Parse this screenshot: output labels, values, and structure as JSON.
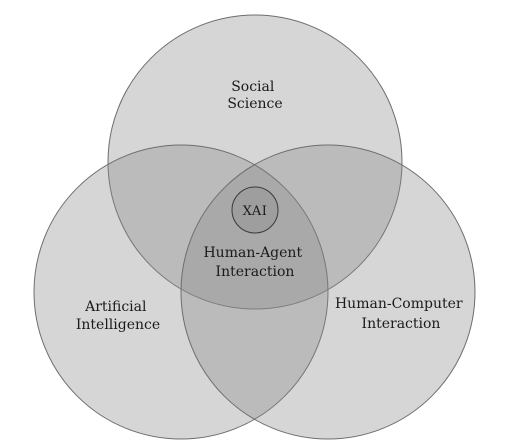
{
  "diagram": {
    "sets": [
      {
        "lines": [
          "Social",
          "Science"
        ]
      },
      {
        "lines": [
          "Artificial",
          "Intelligence"
        ]
      },
      {
        "lines": [
          "Human-Computer",
          "Interaction"
        ]
      }
    ],
    "center": {
      "lines": [
        "Human-Agent",
        "Interaction"
      ]
    },
    "core": {
      "label": "XAI"
    },
    "colors": {
      "fill": "#8a8a8a",
      "stroke": "#6e6e6e",
      "text": "#1a1a1a"
    }
  }
}
